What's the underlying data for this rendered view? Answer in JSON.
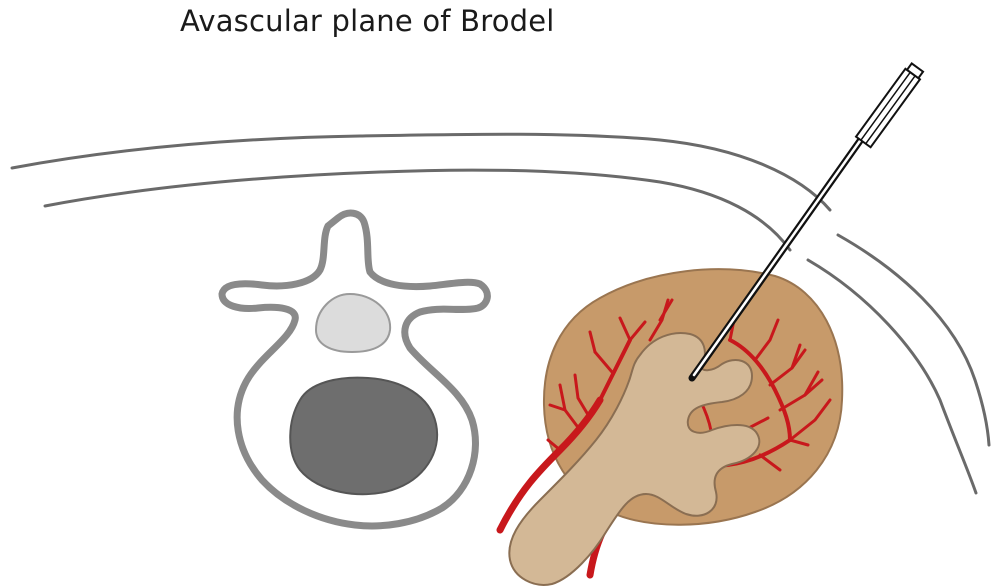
{
  "title": "Avascular plane of Brodel",
  "colors": {
    "background": "#ffffff",
    "skin_line": "#6a6a6a",
    "kidney_fill": "#c79a6a",
    "kidney_outline": "#9a7550",
    "collecting_system_fill": "#d3b896",
    "collecting_system_outline": "#8a6e52",
    "artery": "#c8181c",
    "vertebra_outline": "#8a8a8a",
    "vertebral_body": "#6e6e6e",
    "spinal_canal": "#dcdcdc",
    "needle": "#111111"
  },
  "icons": [
    "vertebra",
    "kidney",
    "renal-pelvis-calyces",
    "renal-arteries",
    "percutaneous-needle"
  ]
}
